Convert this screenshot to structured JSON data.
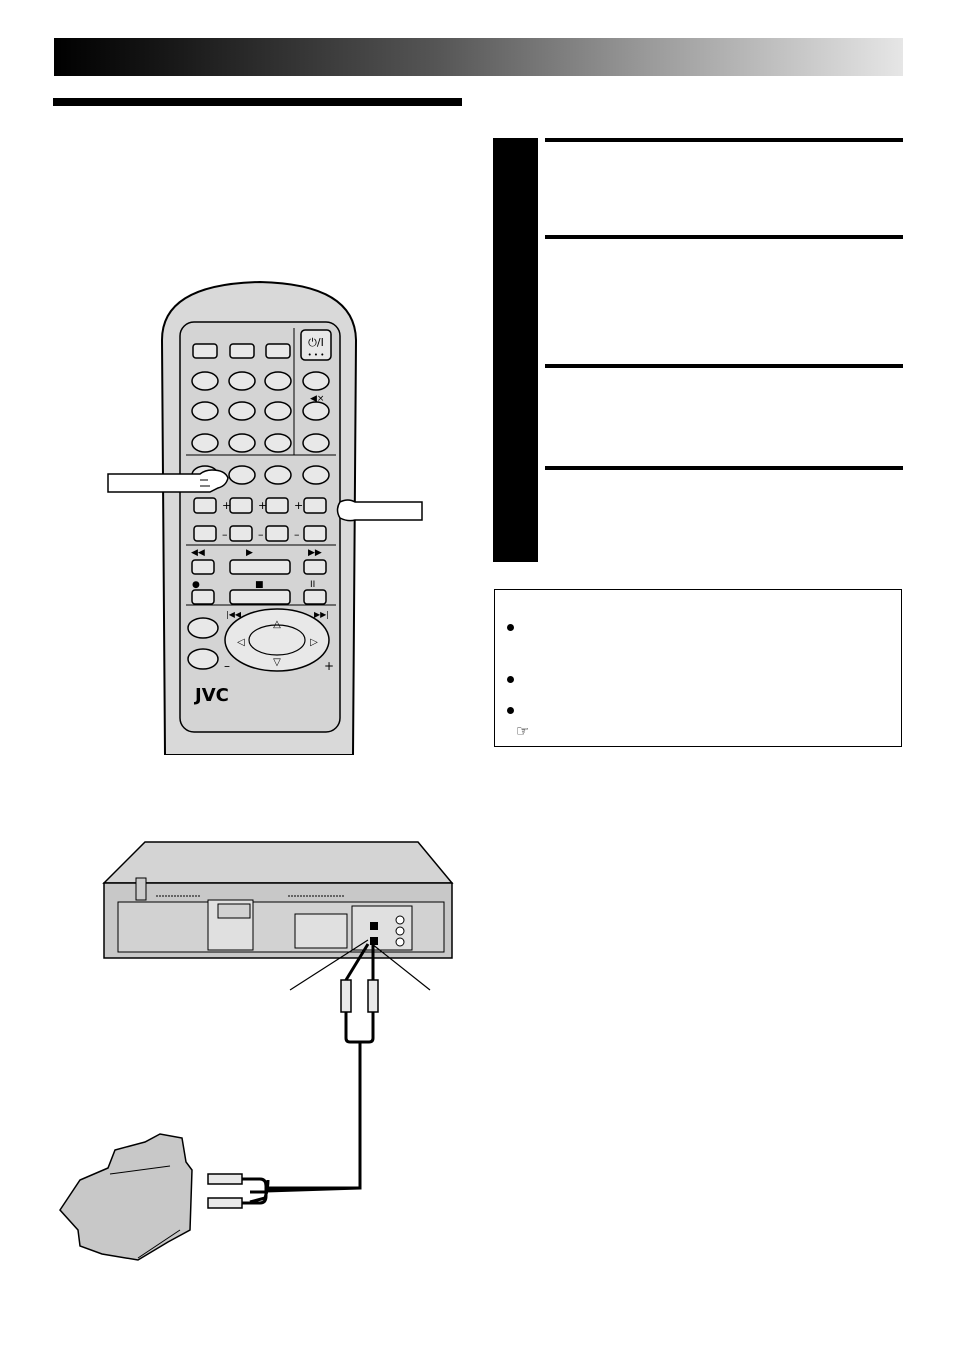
{
  "header": {
    "style": "gradient-bar"
  },
  "remote": {
    "brand": "JVC",
    "power_label": "⏻/I",
    "icons": [
      "power-icon",
      "mute-icon",
      "play-icon",
      "rewind-icon",
      "fast-forward-icon",
      "record-icon",
      "stop-icon",
      "pause-icon",
      "skip-back-icon",
      "skip-forward-icon",
      "arrow-up-icon",
      "arrow-down-icon",
      "arrow-left-icon",
      "arrow-right-icon",
      "hand-pointer-icon"
    ]
  },
  "steps": {
    "count": 4
  },
  "notes": {
    "bullets": 3,
    "reference_icon": "pointing-hand-reference-icon",
    "reference_glyph": "☞"
  },
  "connection": {
    "devices": [
      "vcr-rear-panel",
      "camcorder"
    ],
    "cable": "dual-rca-cable"
  },
  "colors": {
    "header_start": "#000000",
    "header_end": "#e6e6e6",
    "remote_body": "#d9d9d9",
    "device_body": "#c8c8c8"
  }
}
